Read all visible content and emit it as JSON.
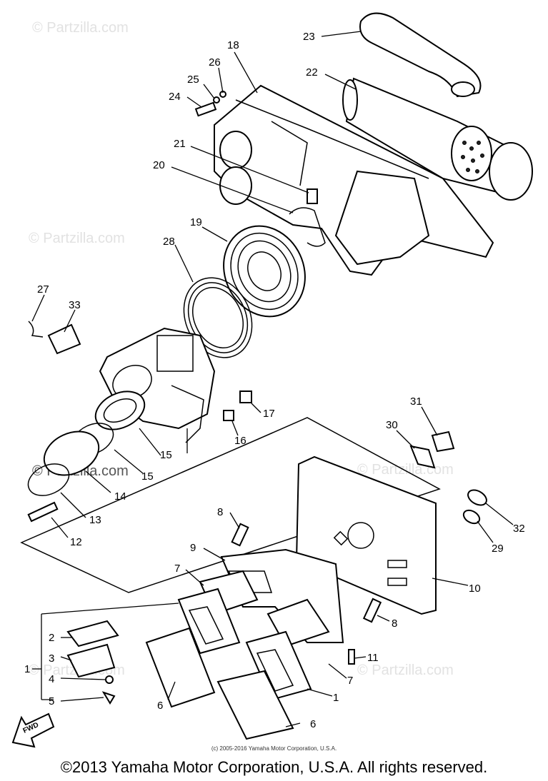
{
  "watermark": "© Partzilla.com",
  "small_copyright": "(c) 2005-2016 Yamaha Motor Corporation, U.S.A.",
  "copyright": "©2013 Yamaha Motor Corporation, U.S.A. All rights reserved.",
  "fwd_label": "FWD",
  "callouts": {
    "n1": "1",
    "n1b": "1",
    "n2": "2",
    "n3": "3",
    "n4": "4",
    "n5": "5",
    "n6": "6",
    "n6b": "6",
    "n7": "7",
    "n7b": "7",
    "n8": "8",
    "n8b": "8",
    "n9": "9",
    "n10": "10",
    "n11": "11",
    "n12": "12",
    "n13": "13",
    "n14": "14",
    "n15": "15",
    "n15b": "15",
    "n16": "16",
    "n17": "17",
    "n18": "18",
    "n19": "19",
    "n20": "20",
    "n21": "21",
    "n22": "22",
    "n23": "23",
    "n24": "24",
    "n25": "25",
    "n26": "26",
    "n27": "27",
    "n28": "28",
    "n29": "29",
    "n30": "30",
    "n31": "31",
    "n32": "32",
    "n33": "33"
  }
}
